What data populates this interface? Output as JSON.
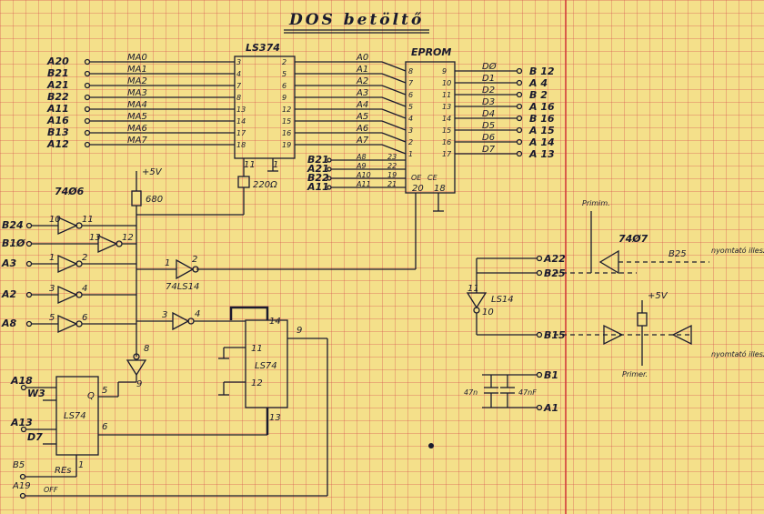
{
  "title": "DOS betöltő",
  "chips": {
    "ls374": "LS374",
    "eprom": "EPROM",
    "inv_7406": "74Ø6",
    "inv_74ls14": "74LS14",
    "ls74": "LS74",
    "ls74_b": "LS74",
    "ls14": "LS14",
    "inv_7407": "74Ø7"
  },
  "left_inputs": [
    "A20",
    "B21",
    "A21",
    "B22",
    "A11",
    "A16",
    "B13",
    "A12"
  ],
  "ma_signals": [
    "MA0",
    "MA1",
    "MA2",
    "MA3",
    "MA4",
    "MA5",
    "MA6",
    "MA7"
  ],
  "ls374_in_pins": [
    "3",
    "4",
    "7",
    "8",
    "13",
    "14",
    "17",
    "18"
  ],
  "ls374_out_pins": [
    "2",
    "5",
    "6",
    "9",
    "12",
    "15",
    "16",
    "19"
  ],
  "eprom_addr": [
    "A0",
    "A1",
    "A2",
    "A3",
    "A4",
    "A5",
    "A6",
    "A7"
  ],
  "eprom_in_pins": [
    "8",
    "7",
    "6",
    "5",
    "4",
    "3",
    "2",
    "1"
  ],
  "eprom_out_pins": [
    "9",
    "10",
    "11",
    "13",
    "14",
    "15",
    "16",
    "17"
  ],
  "data_lines": [
    "DØ",
    "D1",
    "D2",
    "D3",
    "D4",
    "D5",
    "D6",
    "D7"
  ],
  "bus_out": [
    "B 12",
    "A 4",
    "B 2",
    "A 16",
    "B 16",
    "A 15",
    "A 14",
    "A 13"
  ],
  "eprom_high": [
    {
      "in": "B21",
      "addr": "A8",
      "pin": "23"
    },
    {
      "in": "A21",
      "addr": "A9",
      "pin": "22"
    },
    {
      "in": "B22",
      "addr": "A10",
      "pin": "19"
    },
    {
      "in": "A11",
      "addr": "A11",
      "pin": "21"
    }
  ],
  "eprom_ctrl": {
    "oe": "OE",
    "ce": "CE",
    "pin20": "20",
    "pin18": "18"
  },
  "ls374_ctrl": {
    "clk": "11",
    "oe": "1"
  },
  "supply": "+5V",
  "resistor_680": "680",
  "resistor_220": "220Ω",
  "inverter_inputs": [
    {
      "label": "B24",
      "in": "10",
      "out": "11"
    },
    {
      "label": "B1Ø",
      "in": "13",
      "out": "12"
    },
    {
      "label": "A3",
      "in": "1",
      "out": "2"
    },
    {
      "label": "A2",
      "in": "3",
      "out": "4"
    },
    {
      "label": "A8",
      "in": "5",
      "out": "6"
    }
  ],
  "gate_misc": {
    "p8": "8",
    "p9": "9",
    "p1": "1",
    "p2": "2",
    "p3": "3",
    "p4": "4"
  },
  "ff_bottom": {
    "in1": "A18",
    "in2": "W3",
    "in3": "A13",
    "in4": "D7",
    "q": "Q",
    "p5": "5",
    "p6": "6",
    "res": "REs",
    "p1": "1",
    "b5": "B5",
    "a19": "A19",
    "off": "OFF"
  },
  "ff_mid": {
    "p14": "14",
    "p11": "11",
    "p12": "12",
    "p9": "9",
    "p13": "13"
  },
  "right": {
    "a22": "A22",
    "b25": "B25",
    "b15": "B15",
    "b1": "B1",
    "a1": "A1",
    "c1": "47n",
    "c2": "47nF",
    "p11": "11",
    "p10": "10",
    "primary1": "Primim.",
    "primary2": "Primer.",
    "b25r": "B25",
    "ind1": "nyomtató illesztőnél",
    "ind2": "nyomtató illesztőnél",
    "plus5": "+5V"
  }
}
